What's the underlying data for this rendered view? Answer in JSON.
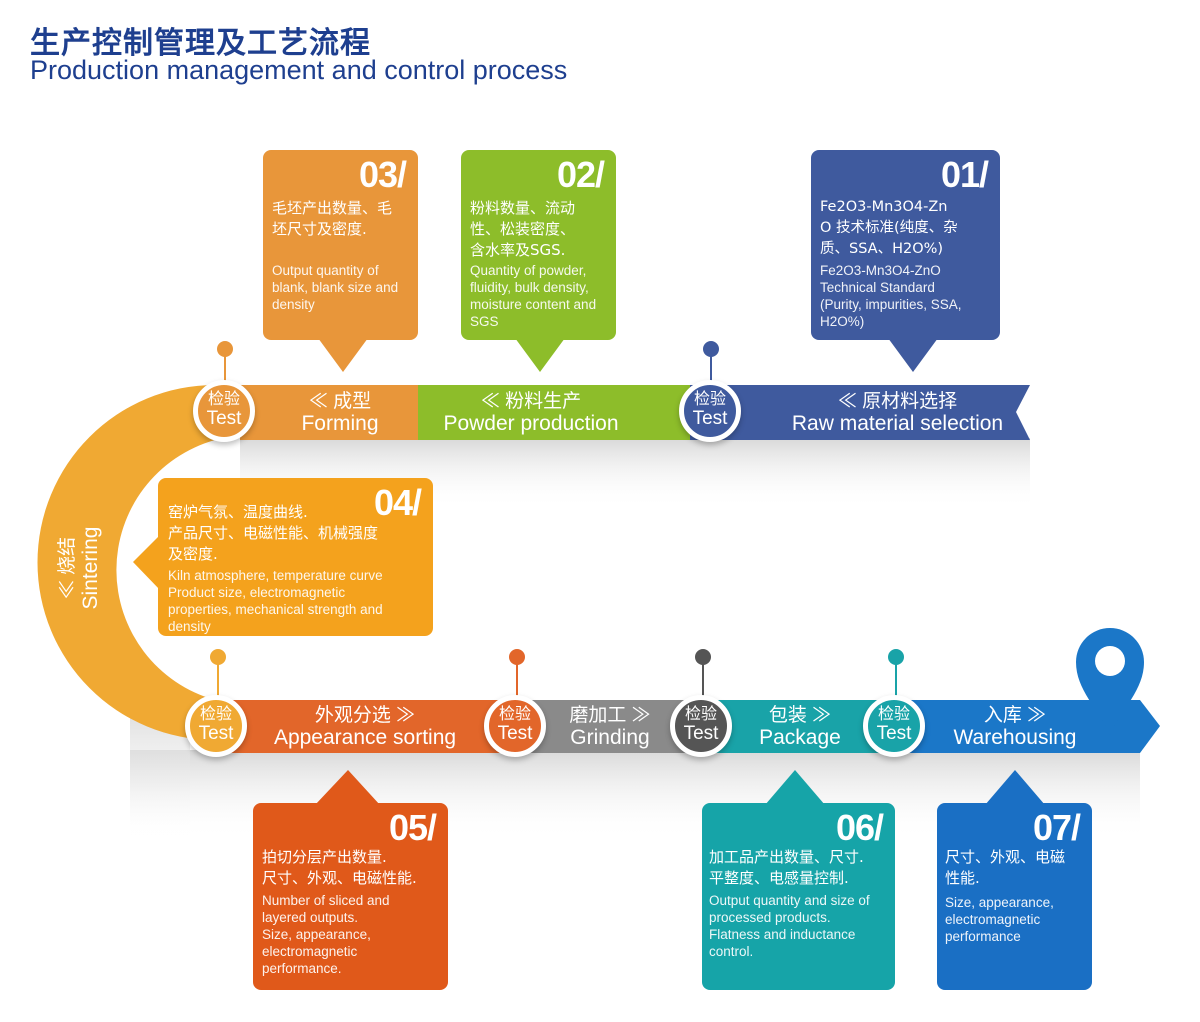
{
  "header": {
    "title_cn": "生产控制管理及工艺流程",
    "title_en": "Production management and control process"
  },
  "colors": {
    "forming": "#e8963a",
    "powder": "#8dbd2a",
    "raw": "#3f5a9e",
    "sintering": "#f0a933",
    "appearance": "#e2662a",
    "grinding": "#8a8a8a",
    "package": "#19a3a8",
    "warehousing": "#1b77c8",
    "card04": "#f4a21d",
    "card05": "#e0591a",
    "card06": "#16a4a8",
    "card07": "#1a6fc4"
  },
  "top_band": {
    "forming": {
      "l1": "≪ 成型",
      "l2": "Forming"
    },
    "powder": {
      "l1": "≪ 粉料生产",
      "l2": "Powder production"
    },
    "raw": {
      "l1": "≪ 原材料选择",
      "l2": "Raw material selection"
    }
  },
  "sintering": {
    "l1": "≪ 烧结",
    "l2": "Sintering"
  },
  "bottom_band": {
    "appearance": {
      "l1": "外观分选 ≫",
      "l2": "Appearance sorting"
    },
    "grinding": {
      "l1": "磨加工 ≫",
      "l2": "Grinding"
    },
    "package": {
      "l1": "包装 ≫",
      "l2": "Package"
    },
    "warehousing": {
      "l1": "入库 ≫",
      "l2": "Warehousing"
    }
  },
  "test_circles": [
    {
      "cn": "检验",
      "en": "Test"
    },
    {
      "cn": "检验",
      "en": "Test"
    },
    {
      "cn": "检验",
      "en": "Test"
    },
    {
      "cn": "检验",
      "en": "Test"
    },
    {
      "cn": "检验",
      "en": "Test"
    },
    {
      "cn": "检验",
      "en": "Test"
    }
  ],
  "cards": {
    "c01": {
      "num": "01/",
      "cn": "Fe2O3-Mn3O4-Zn\nO 技术标准(纯度、杂\n质、SSA、H2O%)",
      "en": "Fe2O3-Mn3O4-ZnO\nTechnical Standard\n(Purity, impurities, SSA,\nH2O%)"
    },
    "c02": {
      "num": "02/",
      "cn": "粉料数量、流动\n性、松装密度、\n含水率及SGS.",
      "en": "Quantity of powder,\nfluidity, bulk density,\nmoisture content and\nSGS"
    },
    "c03": {
      "num": "03/",
      "cn": "毛坯产出数量、毛\n坯尺寸及密度.",
      "en": "Output quantity of\nblank, blank size and\ndensity"
    },
    "c04": {
      "num": "04/",
      "cn": "窑炉气氛、温度曲线.\n产品尺寸、电磁性能、机械强度\n及密度.",
      "en": "Kiln atmosphere, temperature curve\nProduct size, electromagnetic\nproperties, mechanical strength and\ndensity"
    },
    "c05": {
      "num": "05/",
      "cn": "拍切分层产出数量.\n尺寸、外观、电磁性能.",
      "en": "Number of sliced and\nlayered outputs.\nSize, appearance,\nelectromagnetic\nperformance."
    },
    "c06": {
      "num": "06/",
      "cn": "加工品产出数量、尺寸.\n平整度、电感量控制.",
      "en": "Output quantity and size of\nprocessed products.\nFlatness and inductance\ncontrol."
    },
    "c07": {
      "num": "07/",
      "cn": "尺寸、外观、电磁\n性能.",
      "en": "Size, appearance,\nelectromagnetic\nperformance"
    }
  }
}
